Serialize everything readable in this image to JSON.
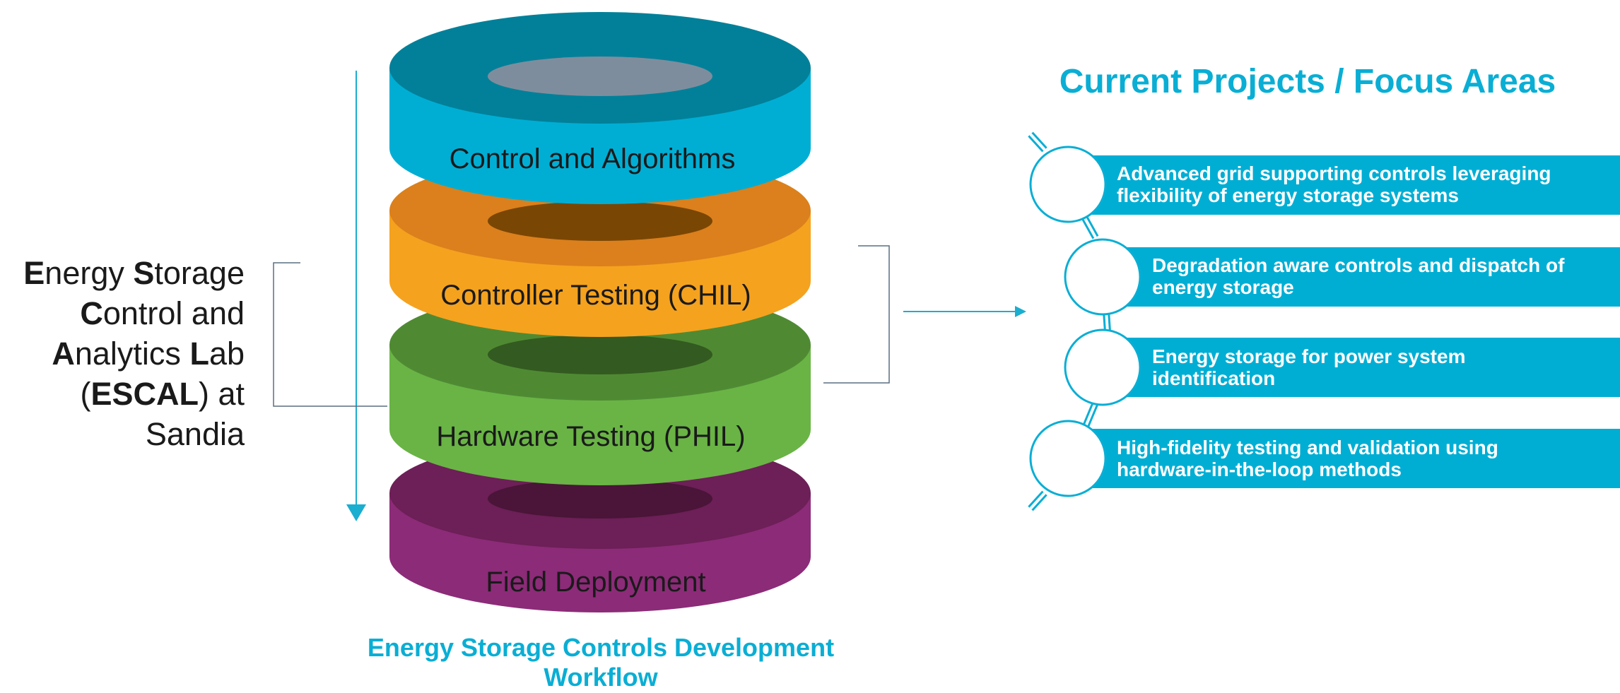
{
  "lab": {
    "parts": [
      {
        "text": "E",
        "bold": true
      },
      {
        "text": "nergy ",
        "bold": false
      },
      {
        "text": "S",
        "bold": true
      },
      {
        "text": "torage",
        "bold": false
      },
      {
        "br": true
      },
      {
        "text": "C",
        "bold": true
      },
      {
        "text": "ontrol and",
        "bold": false
      },
      {
        "br": true
      },
      {
        "text": "A",
        "bold": true
      },
      {
        "text": "nalytics ",
        "bold": false
      },
      {
        "text": "L",
        "bold": true
      },
      {
        "text": "ab",
        "bold": false
      },
      {
        "br": true
      },
      {
        "text": "(",
        "bold": false
      },
      {
        "text": "ESCAL",
        "bold": true
      },
      {
        "text": ") at",
        "bold": false
      },
      {
        "br": true
      },
      {
        "text": "Sandia",
        "bold": false
      }
    ]
  },
  "stack": {
    "layers": [
      {
        "label": "Control and Algorithms",
        "side": "#00aed4",
        "top": "#028099",
        "hole": "#7e8d9d"
      },
      {
        "label": "Controller Testing (CHIL)",
        "side": "#f5a21f",
        "top": "#db801c",
        "hole": "#7a4604"
      },
      {
        "label": "Hardware Testing (PHIL)",
        "side": "#69b445",
        "top": "#4f8a33",
        "hole": "#335a20"
      },
      {
        "label": "Field Deployment",
        "side": "#8c2b78",
        "top": "#6d1f57",
        "hole": "#4a1538"
      }
    ],
    "caption_line1": "Energy Storage Controls Development",
    "caption_line2": "Workflow"
  },
  "focus": {
    "title": "Current Projects / Focus Areas",
    "items": [
      {
        "line1": "Advanced grid supporting controls leveraging",
        "line2": "flexibility of energy storage systems"
      },
      {
        "line1": "Degradation aware controls and dispatch of",
        "line2": "energy storage"
      },
      {
        "line1": "Energy storage for power system",
        "line2": "identification"
      },
      {
        "line1": "High-fidelity testing and validation using",
        "line2": "hardware-in-the-loop methods"
      }
    ],
    "bar_color": "#00aed4",
    "circle_stroke": "#0aaed4"
  }
}
